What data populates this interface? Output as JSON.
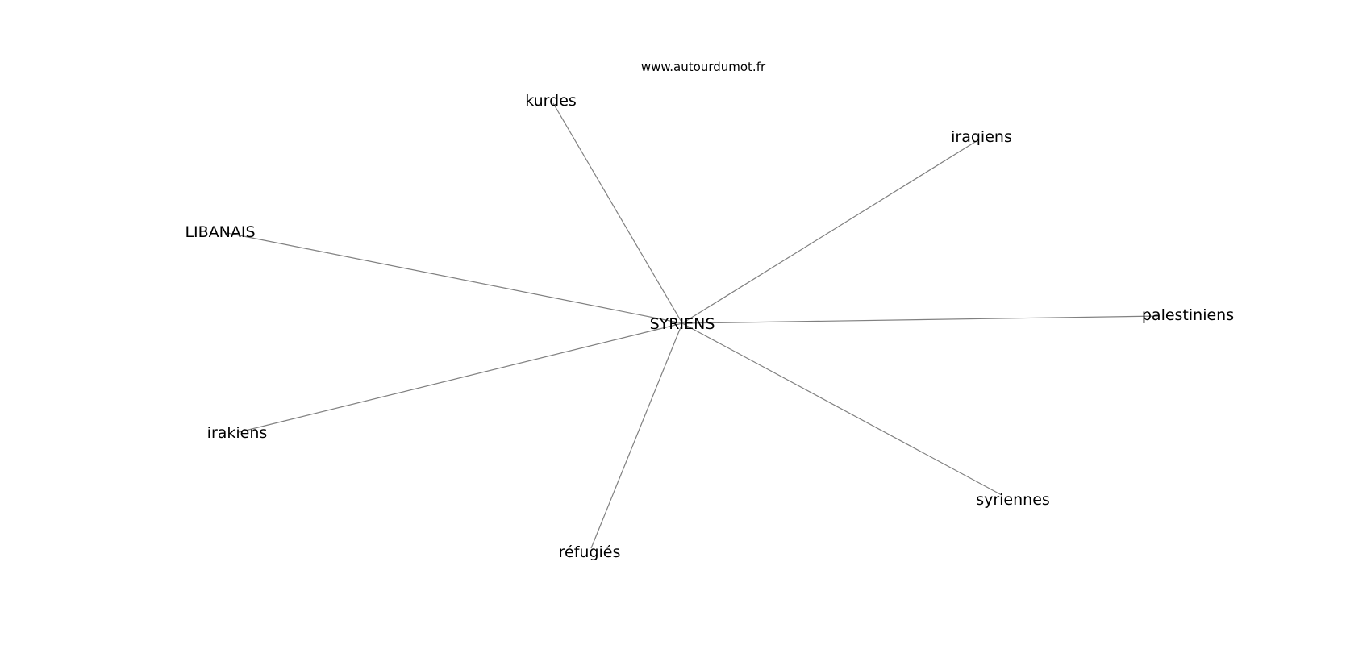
{
  "caption": "www.autourdumot.fr",
  "graph": {
    "center": "SYRIENS",
    "nodes": [
      "SYRIENS",
      "kurdes",
      "iraqiens",
      "LIBANAIS",
      "palestiniens",
      "irakiens",
      "syriennes",
      "réfugiés"
    ],
    "edges": [
      [
        "SYRIENS",
        "kurdes"
      ],
      [
        "SYRIENS",
        "iraqiens"
      ],
      [
        "SYRIENS",
        "LIBANAIS"
      ],
      [
        "SYRIENS",
        "palestiniens"
      ],
      [
        "SYRIENS",
        "irakiens"
      ],
      [
        "SYRIENS",
        "syriennes"
      ],
      [
        "SYRIENS",
        "réfugiés"
      ]
    ],
    "colors": {
      "edge": "#808080",
      "text": "#000000",
      "background": "#ffffff"
    }
  }
}
